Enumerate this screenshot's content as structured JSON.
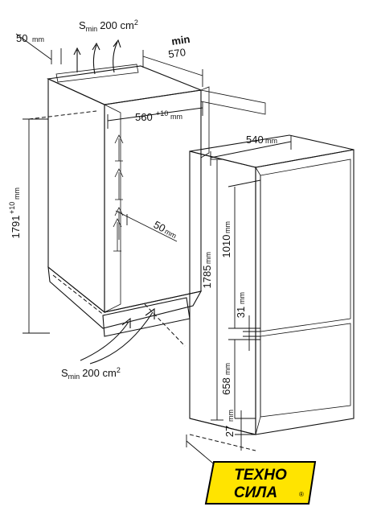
{
  "diagram": {
    "vent_top": {
      "prefix": "S",
      "sub": "min",
      "value": "200 cm",
      "sup": "2"
    },
    "vent_bottom": {
      "prefix": "S",
      "sub": "min",
      "value": "200 cm",
      "sup": "2"
    },
    "dim_top_gap": {
      "value": "50",
      "unit": "mm"
    },
    "dim_depth_min": {
      "line1": "min",
      "line2": "570"
    },
    "dim_niche_width": {
      "value": "560",
      "sup": "+10",
      "unit": "mm"
    },
    "dim_appliance_width": {
      "value": "540",
      "unit": "mm"
    },
    "dim_niche_height": {
      "value": "1791",
      "sup": "+10",
      "unit": "mm"
    },
    "dim_side_gap": {
      "value": "50",
      "unit": "mm"
    },
    "dim_appliance_height": {
      "value": "1785",
      "unit": "mm"
    },
    "dim_upper_door": {
      "value": "1010",
      "unit": "mm"
    },
    "dim_door_gap": {
      "value": "31",
      "unit": "mm"
    },
    "dim_lower_door": {
      "value": "658",
      "unit": "mm"
    },
    "dim_bottom_gap": {
      "value": "27",
      "unit": "mm"
    }
  },
  "logo": {
    "line1": "ТЕХНО",
    "line2": "СИЛА",
    "mark": "®"
  },
  "colors": {
    "cabinet_fill": "#bdbdbd",
    "cabinet_side": "#a8a8a8",
    "inner_back": "#9a9a9a",
    "fridge_fill": "#ffffff",
    "logo_yellow": "#ffe400",
    "logo_black": "#000000"
  }
}
